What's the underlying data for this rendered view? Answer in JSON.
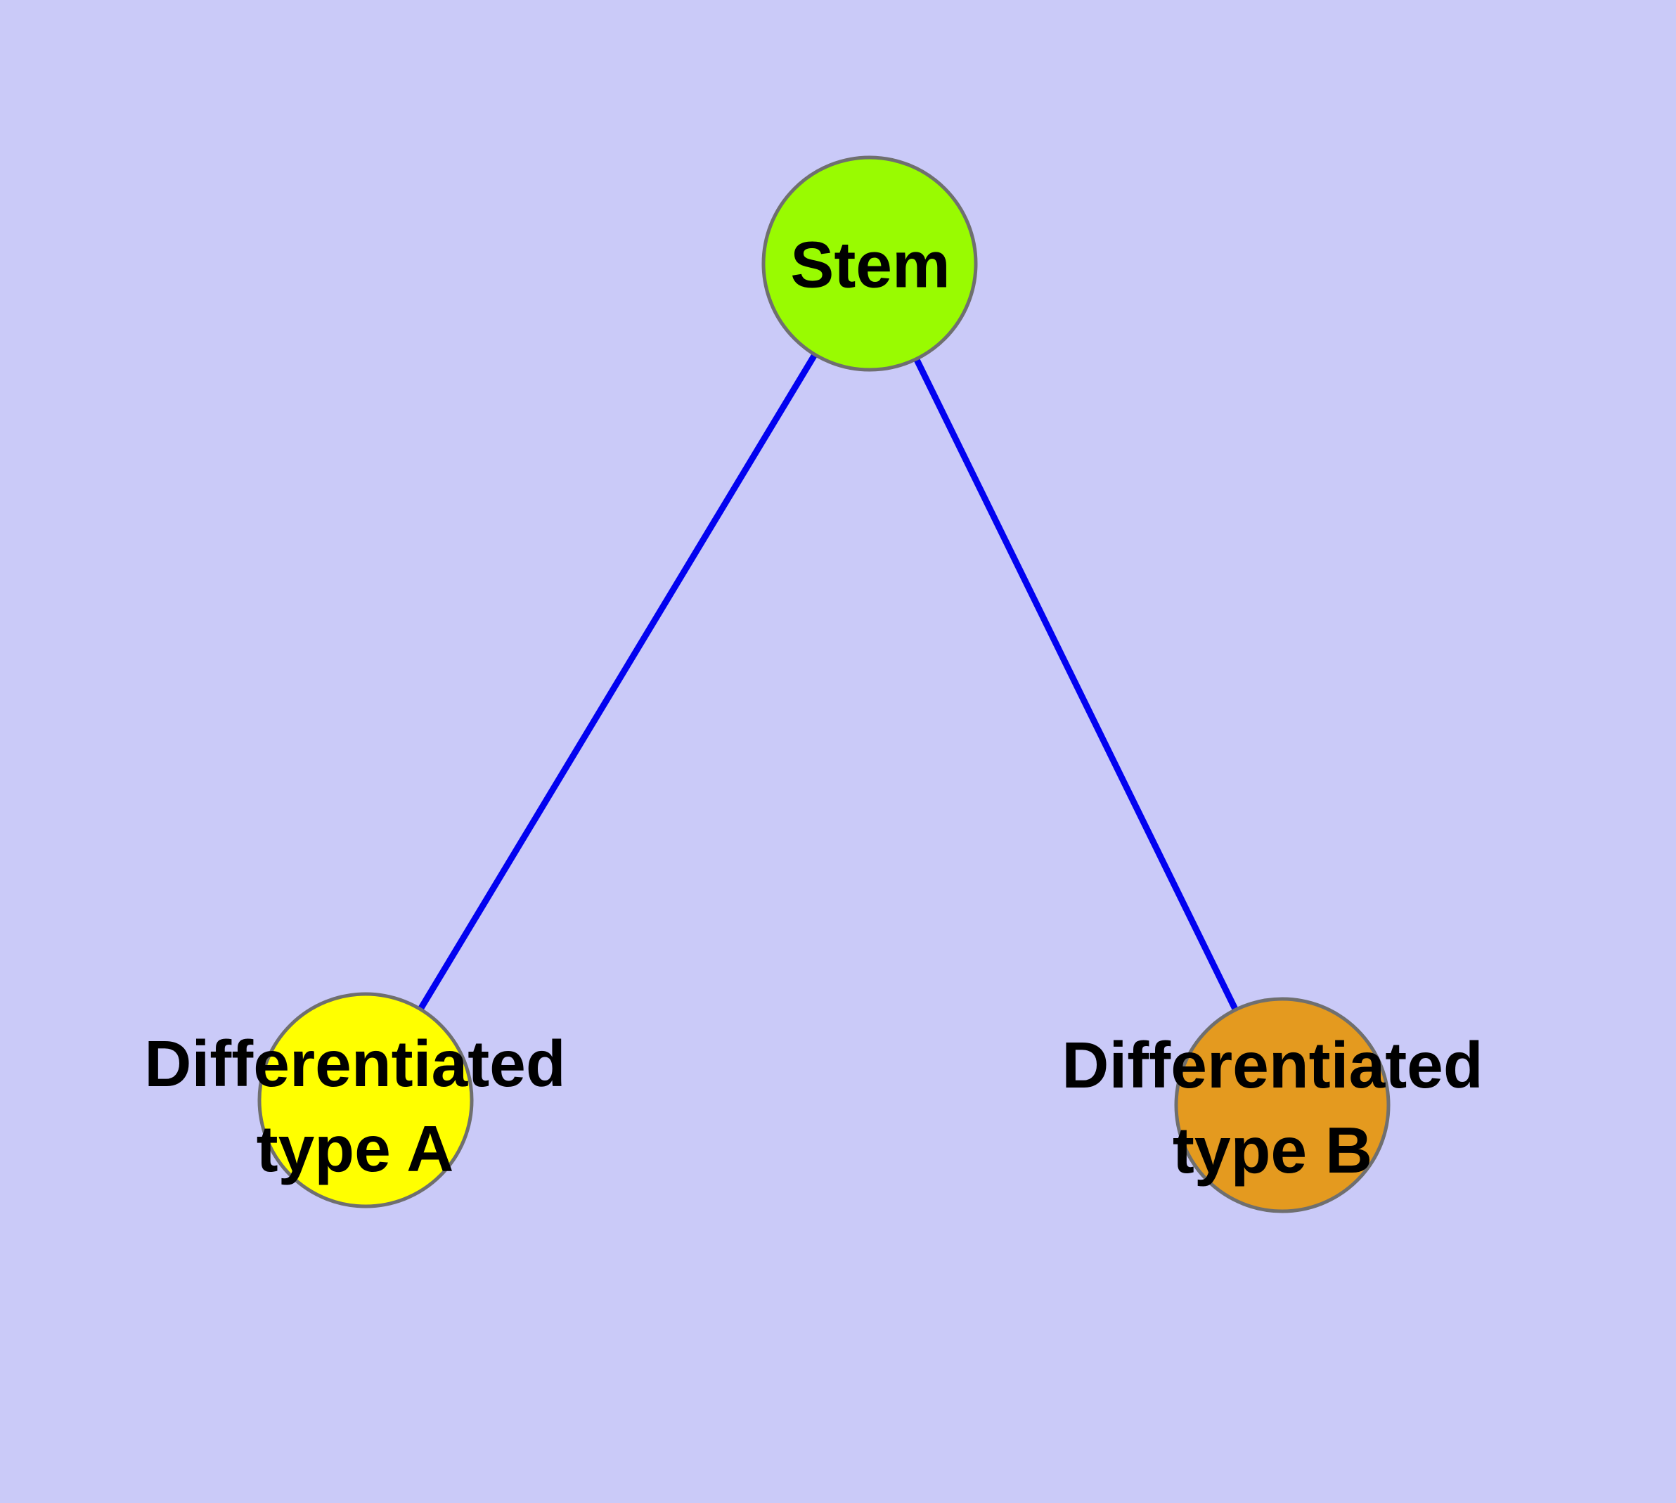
{
  "diagram": {
    "background_color": "#cacaf8",
    "edge_color": "#0202f0",
    "node_border_color": "#6f6f6f",
    "text_color": "#000000",
    "nodes": [
      {
        "id": "stem",
        "label": "Stem",
        "fill": "#99fb01"
      },
      {
        "id": "differentiated-type-a",
        "label_line1": "Differentiated",
        "label_line2": "type A",
        "fill": "#ffff00"
      },
      {
        "id": "differentiated-type-b",
        "label_line1": "Differentiated",
        "label_line2": "type B",
        "fill": "#e49a1f"
      }
    ],
    "edges": [
      {
        "from": "Stem",
        "to": "Differentiated type A"
      },
      {
        "from": "Stem",
        "to": "Differentiated type B"
      }
    ]
  }
}
